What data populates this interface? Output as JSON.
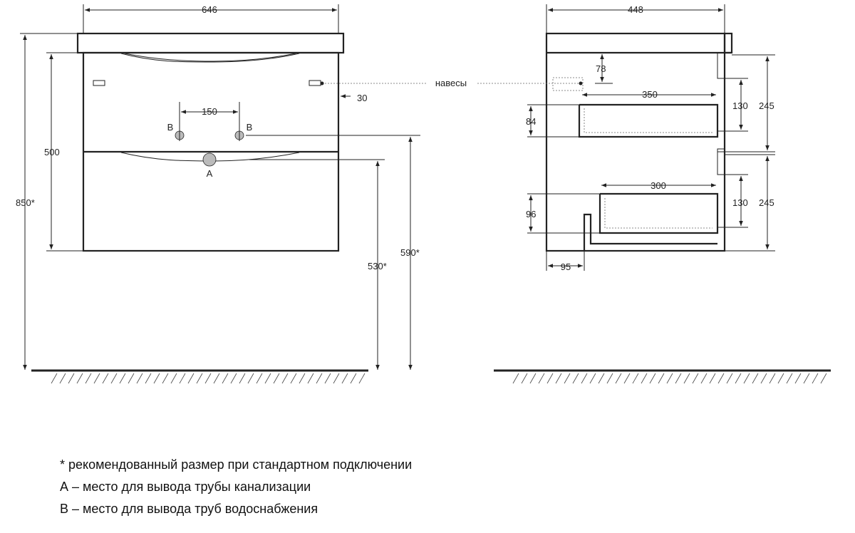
{
  "front_view": {
    "width_label": "646",
    "height_500_label": "500",
    "height_850_label": "850*",
    "pipe_spacing_label": "150",
    "pipe_b_left": "B",
    "pipe_b_right": "B",
    "pipe_a": "A",
    "hinge_offset_label": "30",
    "dim_530_label": "530*",
    "dim_590_label": "590*"
  },
  "side_view": {
    "depth_label": "448",
    "dim_78_label": "78",
    "dim_350_label": "350",
    "dim_84_label": "84",
    "dim_130_top_label": "130",
    "dim_245_top_label": "245",
    "dim_300_label": "300",
    "dim_96_label": "96",
    "dim_130_bottom_label": "130",
    "dim_245_bottom_label": "245",
    "dim_95_label": "95"
  },
  "hinges_label": "навесы",
  "notes": {
    "recommended": "* рекомендованный размер при стандартном подключении",
    "a_legend": "А – место для вывода трубы канализации",
    "b_legend": "В – место для вывода труб водоснабжения"
  }
}
